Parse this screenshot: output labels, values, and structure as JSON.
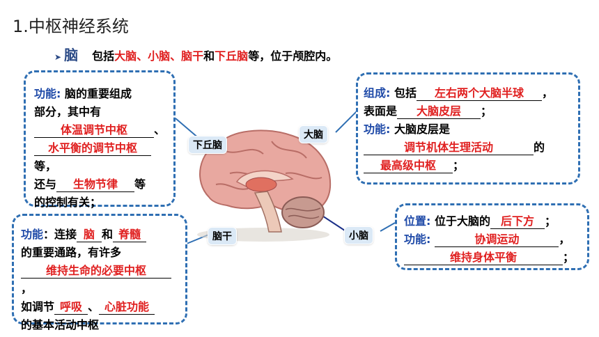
{
  "title": "1.中枢神经系统",
  "subtitle": {
    "label": "脑",
    "prefix": "包括",
    "parts": [
      "大脑",
      "小脑",
      "脑干",
      "下丘脑"
    ],
    "sep": "、",
    "and": "和",
    "suffix": "等，位于颅腔内。"
  },
  "labels": {
    "hypothalamus": "下丘脑",
    "cerebrum": "大脑",
    "brainstem": "脑干",
    "cerebellum": "小脑"
  },
  "box_hypothalamus": {
    "keyword": "功能:",
    "line1_rest": " 脑的重要组成",
    "line2": "部分，其中有",
    "blank1": "体温调节中枢",
    "after_blank1": "、",
    "blank2": "水平衡的调节中枢",
    "after_blank2": "等，",
    "line5_prefix": "还与",
    "blank3": "生物节律",
    "after_blank3": "等",
    "line6": "的控制有关；"
  },
  "box_brainstem": {
    "keyword": "功能",
    "line1_mid": "：连接",
    "blank1": "脑",
    "and": "和",
    "blank2": "脊髓",
    "line2": "的重要通路，有许多",
    "blank3": "维持生命的必要中枢",
    "after_blank3": "，",
    "line4_prefix": "如调节",
    "blank4": "呼吸",
    "sep": "、",
    "blank5": "心脏功能",
    "line5": "的基本活动中枢"
  },
  "box_cerebrum": {
    "keyword1": "组成:",
    "line1_mid": " 包括",
    "blank1": "左右两个大脑半球",
    "after_blank1": "，",
    "line2_prefix": "表面是",
    "blank2": "大脑皮层",
    "after_blank2": "；",
    "keyword2": "功能:",
    "line3_rest": " 大脑皮层是",
    "blank3": "调节机体生理活动",
    "after_blank3": "的",
    "blank4": "最高级中枢",
    "after_blank4": "；"
  },
  "box_cerebellum": {
    "keyword1": "位置:",
    "line1_mid": " 位于大脑的",
    "blank1": "后下方",
    "after_blank1": "；",
    "keyword2": "功能:",
    "blank2": "协调运动",
    "after_blank2": "，",
    "blank3": "维持身体平衡",
    "after_blank3": "；"
  },
  "colors": {
    "answer_red": "#e02020",
    "keyword_blue": "#1f4aa8",
    "dashed_border": "#2f6fb3",
    "tag_bg": "#dbe9f6"
  }
}
